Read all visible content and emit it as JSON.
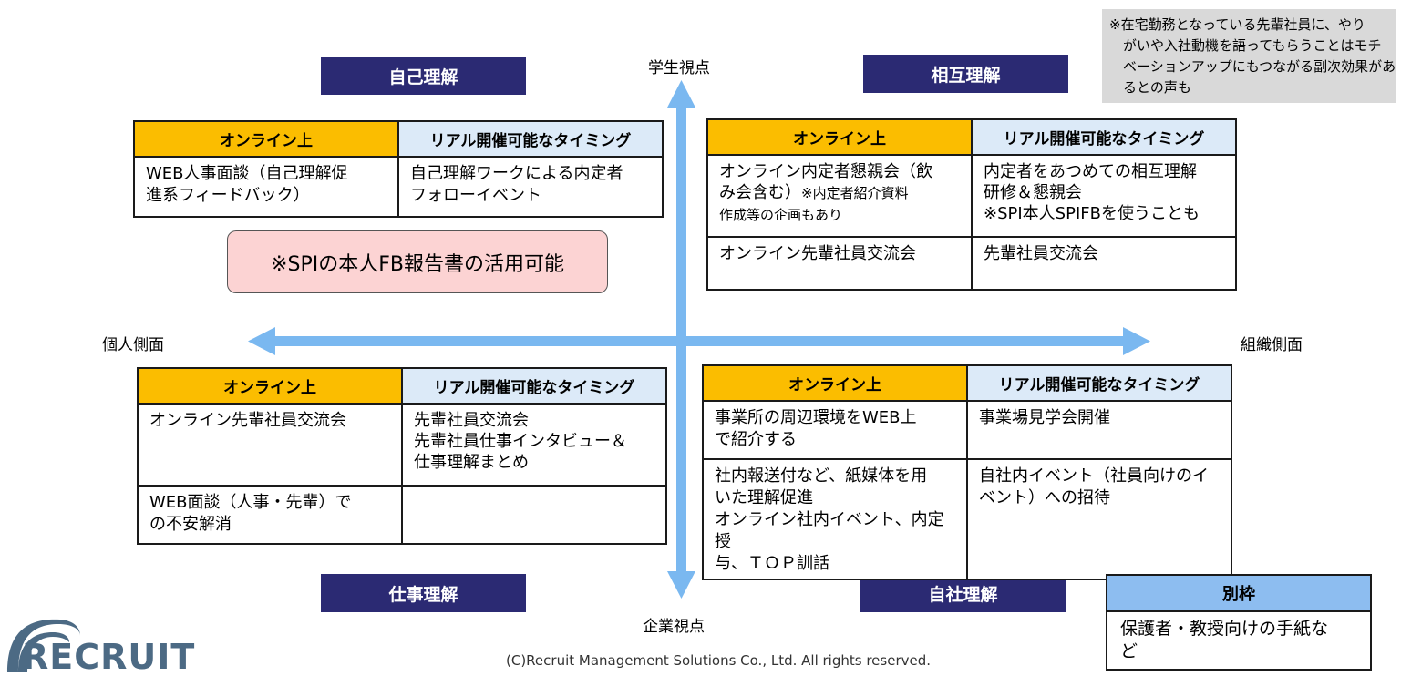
{
  "axes": {
    "top": "学生視点",
    "bottom": "企業視点",
    "left": "個人側面",
    "right": "組織側面",
    "color": "#7ab8f0"
  },
  "note": {
    "lines": [
      "※在宅勤務となっている先輩社員に、やり",
      "　がいや入社動機を語ってもらうことはモチ",
      "　ベーションアップにもつながる副次効果があ",
      "　るとの声も"
    ]
  },
  "quadrants": {
    "top_left": {
      "title": "自己理解",
      "header_online": "オンライン上",
      "header_real": "リアル開催可能なタイミング",
      "rows": [
        {
          "online": "WEB人事面談（自己理解促\n進系フィードバック）",
          "real": "自己理解ワークによる内定者\nフォローイベント"
        }
      ]
    },
    "top_right": {
      "title": "相互理解",
      "header_online": "オンライン上",
      "header_real": "リアル開催可能なタイミング",
      "rows": [
        {
          "online": "オンライン内定者懇親会（飲\nみ会含む）",
          "online_note": "※内定者紹介資料",
          "online_note2": "作成等の企画もあり",
          "real": "内定者をあつめての相互理解\n研修＆懇親会\n※SPI本人SPIFBを使うことも"
        },
        {
          "online": "オンライン先輩社員交流会",
          "real": "先輩社員交流会"
        }
      ]
    },
    "bottom_left": {
      "title": "仕事理解",
      "header_online": "オンライン上",
      "header_real": "リアル開催可能なタイミング",
      "rows": [
        {
          "online": "オンライン先輩社員交流会",
          "real": "先輩社員交流会\n先輩社員仕事インタビュー＆\n仕事理解まとめ"
        },
        {
          "online": "WEB面談（人事・先輩）で\nの不安解消",
          "real": ""
        }
      ]
    },
    "bottom_right": {
      "title": "自社理解",
      "header_online": "オンライン上",
      "header_real": "リアル開催可能なタイミング",
      "rows": [
        {
          "online": "事業所の周辺環境をWEB上\nで紹介する",
          "real": "事業場見学会開催"
        },
        {
          "online": "社内報送付など、紙媒体を用\nいた理解促進\nオンライン社内イベント、内定授\n与、ＴＯＰ訓話",
          "real": "自社内イベント（社員向けのイ\nベント）への招待"
        }
      ]
    }
  },
  "spi_box": "※SPIの本人FB報告書の活用可能",
  "separate": {
    "title": "別枠",
    "body": "保護者・教授向けの手紙な\nど"
  },
  "copyright": "(C)Recruit Management Solutions Co., Ltd. All rights reserved.",
  "logo_text": "RECRUIT",
  "colors": {
    "title_bg": "#2b2a73",
    "online_header": "#fbbd00",
    "real_header": "#dceaf8",
    "spi_bg": "#fcd3d3",
    "separate_header": "#8dbdf0",
    "logo": "#4c6a84"
  }
}
